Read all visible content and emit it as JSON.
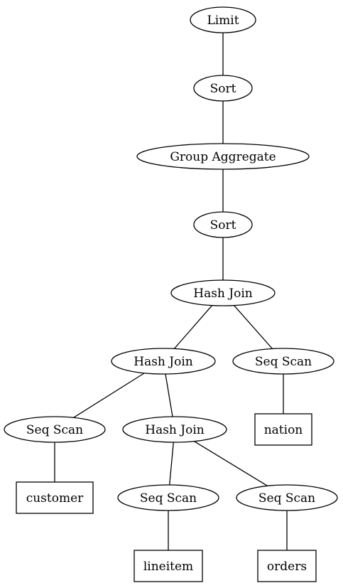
{
  "diagram": {
    "nodes": [
      {
        "id": "limit",
        "label": "Limit",
        "shape": "ellipse"
      },
      {
        "id": "sort1",
        "label": "Sort",
        "shape": "ellipse"
      },
      {
        "id": "group_agg",
        "label": "Group Aggregate",
        "shape": "ellipse"
      },
      {
        "id": "sort2",
        "label": "Sort",
        "shape": "ellipse"
      },
      {
        "id": "hash_join1",
        "label": "Hash Join",
        "shape": "ellipse"
      },
      {
        "id": "hash_join2",
        "label": "Hash Join",
        "shape": "ellipse"
      },
      {
        "id": "seq_scan_nation",
        "label": "Seq Scan",
        "shape": "ellipse"
      },
      {
        "id": "nation",
        "label": "nation",
        "shape": "box"
      },
      {
        "id": "seq_scan_customer",
        "label": "Seq Scan",
        "shape": "ellipse"
      },
      {
        "id": "hash_join3",
        "label": "Hash Join",
        "shape": "ellipse"
      },
      {
        "id": "customer",
        "label": "customer",
        "shape": "box"
      },
      {
        "id": "seq_scan_lineitem",
        "label": "Seq Scan",
        "shape": "ellipse"
      },
      {
        "id": "seq_scan_orders",
        "label": "Seq Scan",
        "shape": "ellipse"
      },
      {
        "id": "lineitem",
        "label": "lineitem",
        "shape": "box"
      },
      {
        "id": "orders",
        "label": "orders",
        "shape": "box"
      }
    ],
    "edges": [
      {
        "from": "limit",
        "to": "sort1"
      },
      {
        "from": "sort1",
        "to": "group_agg"
      },
      {
        "from": "group_agg",
        "to": "sort2"
      },
      {
        "from": "sort2",
        "to": "hash_join1"
      },
      {
        "from": "hash_join1",
        "to": "hash_join2"
      },
      {
        "from": "hash_join1",
        "to": "seq_scan_nation"
      },
      {
        "from": "seq_scan_nation",
        "to": "nation"
      },
      {
        "from": "hash_join2",
        "to": "seq_scan_customer"
      },
      {
        "from": "hash_join2",
        "to": "hash_join3"
      },
      {
        "from": "seq_scan_customer",
        "to": "customer"
      },
      {
        "from": "hash_join3",
        "to": "seq_scan_lineitem"
      },
      {
        "from": "hash_join3",
        "to": "seq_scan_orders"
      },
      {
        "from": "seq_scan_lineitem",
        "to": "lineitem"
      },
      {
        "from": "seq_scan_orders",
        "to": "orders"
      }
    ]
  }
}
